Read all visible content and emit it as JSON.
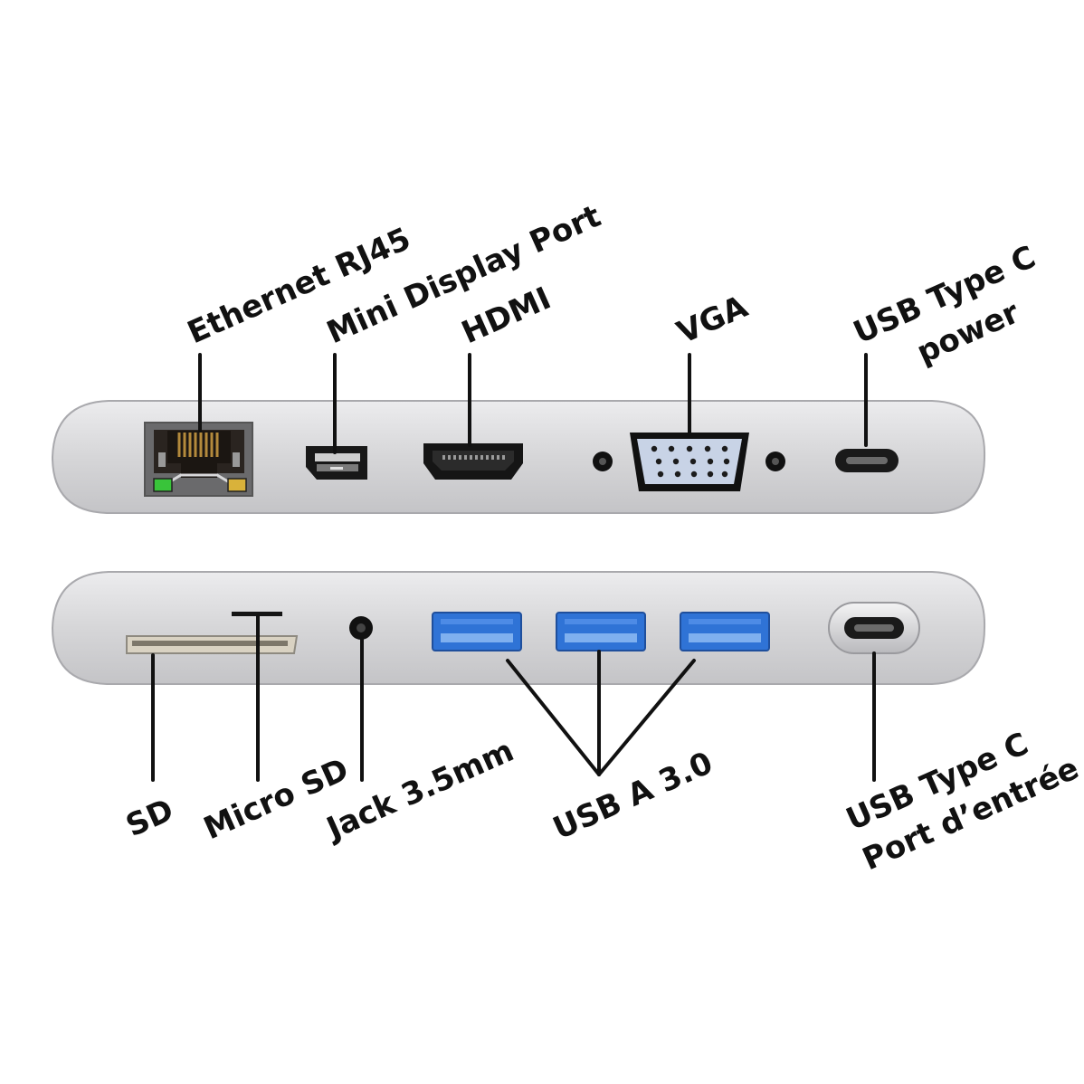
{
  "top_row": {
    "ethernet": "Ethernet RJ45",
    "mini_displayport": "Mini Display Port",
    "hdmi": "HDMI",
    "vga": "VGA",
    "usbc_power_line1": "USB Type C",
    "usbc_power_line2": "power"
  },
  "bottom_row": {
    "sd": "SD",
    "micro_sd": "Micro SD",
    "jack": "Jack 3.5mm",
    "usb_a": "USB A 3.0",
    "usbc_input_line1": "USB Type C",
    "usbc_input_line2": "Port d’entrée"
  },
  "colors": {
    "body": "#d2d2d4",
    "body_edge": "#a9a9ad",
    "usb_blue": "#2f73d6",
    "led_green": "#39c43a",
    "led_amber": "#d9b23a",
    "vga_face": "#c8d3e6"
  }
}
